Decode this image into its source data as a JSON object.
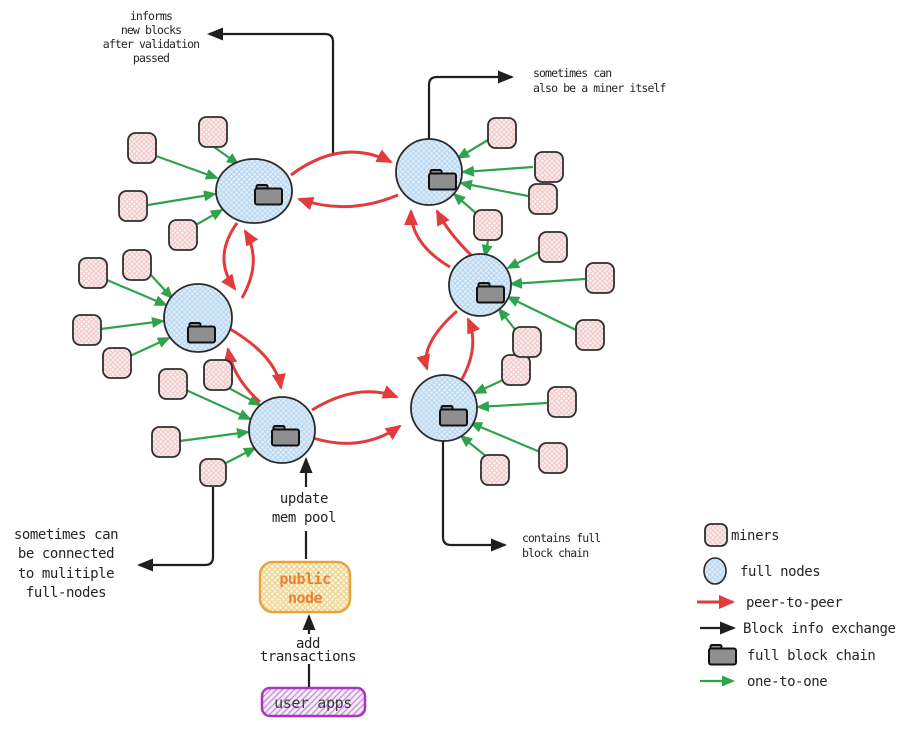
{
  "annotations": {
    "informs": {
      "lines": [
        "informs",
        "new blocks",
        "after validation",
        "passed"
      ]
    },
    "miner_itself": {
      "lines": [
        "sometimes can",
        "also be a miner itself"
      ]
    },
    "contains": {
      "lines": [
        "contains full",
        "block chain"
      ]
    },
    "multiple": {
      "lines": [
        "sometimes can",
        "be connected",
        "to mulitiple",
        "full-nodes"
      ]
    },
    "update_mem_pool": {
      "lines": [
        "update",
        "mem pool"
      ]
    },
    "add_transactions": {
      "lines": [
        "add",
        "transactions"
      ]
    }
  },
  "boxes": {
    "public_node": {
      "lines": [
        "public",
        "node"
      ]
    },
    "user_apps": {
      "label": "user apps"
    }
  },
  "legend": {
    "items": [
      {
        "label": "miners"
      },
      {
        "label": "full nodes"
      },
      {
        "label": "peer-to-peer"
      },
      {
        "label": "Block info exchange"
      },
      {
        "label": "full block chain"
      },
      {
        "label": "one-to-one"
      }
    ]
  },
  "counts": {
    "full_nodes": 6,
    "miners": 24
  },
  "colors": {
    "peer_to_peer_red": "#E23B3B",
    "one_to_one_green": "#2FA24E",
    "block_info_black": "#1F1F1F",
    "full_node_blue_fill": "#DFEEFA",
    "full_node_blue_hatch": "#B9D6F0",
    "miner_pink_fill": "#FCF1F1",
    "miner_pink_hatch": "#F1C6C6",
    "public_node_border": "#E8A33D",
    "public_node_text": "#E8822E",
    "user_apps_border": "#A935C0",
    "folder_gray": "#8F8F8F"
  }
}
